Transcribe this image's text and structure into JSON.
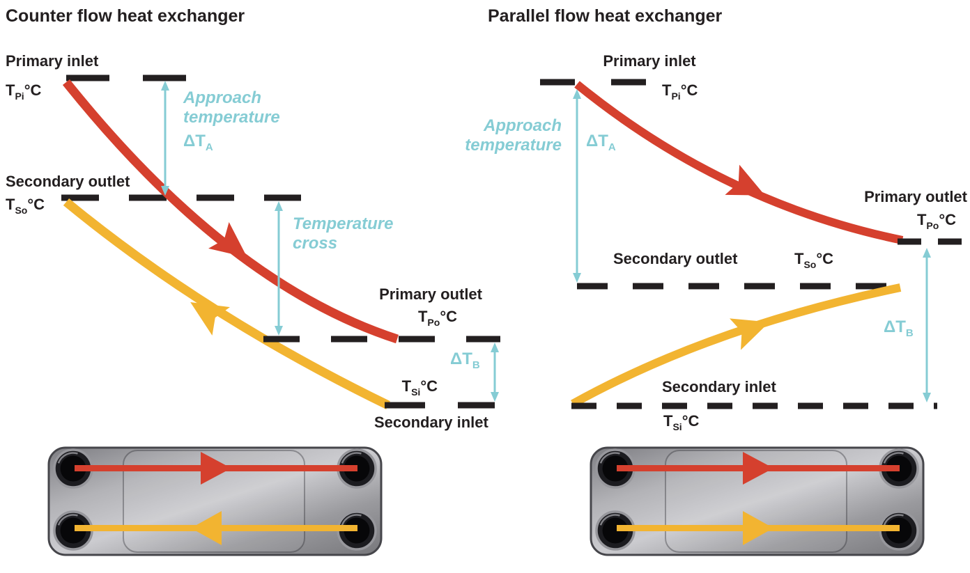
{
  "colors": {
    "hot": "#d5402e",
    "cold": "#f2b431",
    "teal": "#85ccd4",
    "ink": "#231f20"
  },
  "left": {
    "title": "Counter flow heat exchanger",
    "primary_inlet": "Primary inlet",
    "t_pi": {
      "t": "T",
      "sub": "Pi",
      "deg": "°C"
    },
    "secondary_outlet": "Secondary outlet",
    "t_so": {
      "t": "T",
      "sub": "So",
      "deg": "°C"
    },
    "primary_outlet": "Primary outlet",
    "t_po": {
      "t": "T",
      "sub": "Po",
      "deg": "°C"
    },
    "t_si": {
      "t": "T",
      "sub": "Si",
      "deg": "°C"
    },
    "secondary_inlet": "Secondary inlet",
    "approach_1": "Approach",
    "approach_2": "temperature",
    "dt_a": {
      "t": "ΔT",
      "sub": "A"
    },
    "cross_1": "Temperature",
    "cross_2": "cross",
    "dt_b": {
      "t": "ΔT",
      "sub": "B"
    }
  },
  "right": {
    "title": "Parallel flow heat exchanger",
    "primary_inlet": "Primary inlet",
    "t_pi": {
      "t": "T",
      "sub": "Pi",
      "deg": "°C"
    },
    "primary_outlet": "Primary outlet",
    "t_po": {
      "t": "T",
      "sub": "Po",
      "deg": "°C"
    },
    "secondary_outlet": "Secondary outlet",
    "t_so": {
      "t": "T",
      "sub": "So",
      "deg": "°C"
    },
    "secondary_inlet": "Secondary inlet",
    "t_si": {
      "t": "T",
      "sub": "Si",
      "deg": "°C"
    },
    "approach_1": "Approach",
    "approach_2": "temperature",
    "dt_a": {
      "t": "ΔT",
      "sub": "A"
    },
    "dt_b": {
      "t": "ΔT",
      "sub": "B"
    }
  }
}
